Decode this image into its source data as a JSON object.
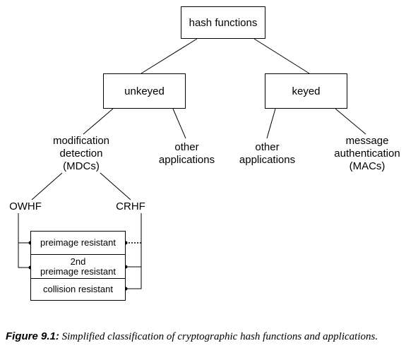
{
  "nodes": {
    "root": "hash functions",
    "unkeyed": "unkeyed",
    "keyed": "keyed",
    "mdc_line1": "modification",
    "mdc_line2": "detection",
    "mdc_line3": "(MDCs)",
    "other_unkeyed_line1": "other",
    "other_unkeyed_line2": "applications",
    "other_keyed_line1": "other",
    "other_keyed_line2": "applications",
    "mac_line1": "message",
    "mac_line2": "authentication",
    "mac_line3": "(MACs)",
    "owhf": "OWHF",
    "crhf": "CRHF"
  },
  "properties": {
    "preimage": "preimage resistant",
    "second_line1": "2nd",
    "second_line2": "preimage resistant",
    "collision": "collision resistant"
  },
  "caption": {
    "figure_label": "Figure 9.1:",
    "text": "Simplified classification of cryptographic hash functions and applications."
  }
}
